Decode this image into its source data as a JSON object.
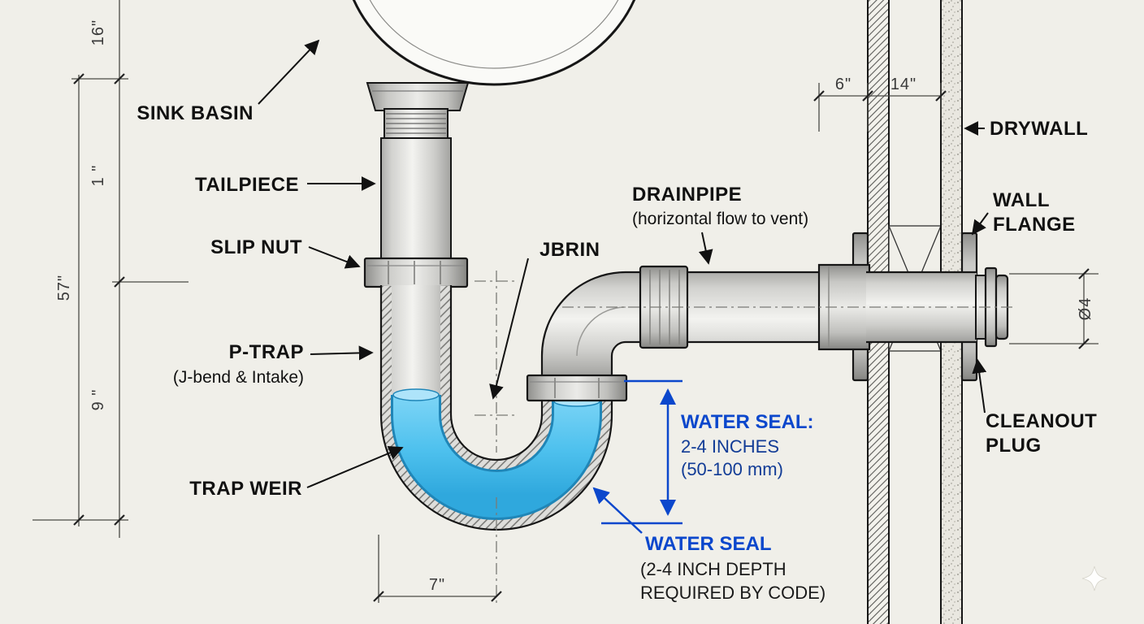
{
  "diagram_type": "plumbing-p-trap-section",
  "labels": {
    "sink_basin": "SINK BASIN",
    "tailpiece": "TAILPIECE",
    "slip_nut": "SLIP NUT",
    "p_trap": "P-TRAP",
    "p_trap_sub": "(J-bend & Intake)",
    "trap_weir": "TRAP WEIR",
    "jbrin": "JBRIN",
    "drainpipe": "DRAINPIPE",
    "drainpipe_sub": "(horizontal flow to vent)",
    "drywall": "DRYWALL",
    "wall_flange_1": "WALL",
    "wall_flange_2": "FLANGE",
    "cleanout_1": "CLEANOUT",
    "cleanout_2": "PLUG"
  },
  "water_seal": {
    "callout_title": "WATER SEAL:",
    "callout_line1": "2-4 INCHES",
    "callout_line2": "(50-100 mm)",
    "label_title": "WATER SEAL",
    "label_line1": "(2-4 INCH DEPTH",
    "label_line2": "REQUIRED BY CODE)"
  },
  "dims": {
    "left_16": "16\"",
    "left_1": "1 \"",
    "left_57": "57\"",
    "left_9": "9 \"",
    "top_6": "6\"",
    "top_14": "14\"",
    "dia4": "Ø4",
    "bottom_7": "7\""
  },
  "colors": {
    "background": "#f0efe9",
    "water": "#4ec1ee",
    "annotation_blue": "#0b47cc",
    "outline": "#161616"
  }
}
